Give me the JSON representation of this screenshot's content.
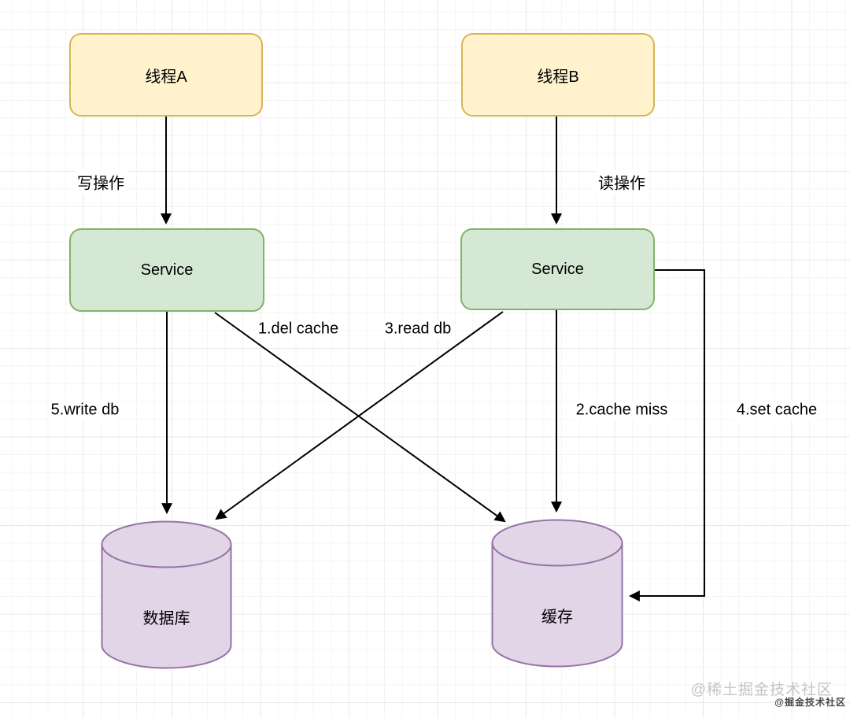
{
  "canvas": {
    "background": "#ffffff",
    "grid_minor_color": "#f4f4f4",
    "grid_major_color": "#e8e8e8"
  },
  "nodes": {
    "thread_a": {
      "label": "线程A",
      "fill": "#FFF2CC",
      "border": "#D6B656"
    },
    "thread_b": {
      "label": "线程B",
      "fill": "#FFF2CC",
      "border": "#D6B656"
    },
    "service_left": {
      "label": "Service",
      "fill": "#D5E8D4",
      "border": "#82B366"
    },
    "service_right": {
      "label": "Service",
      "fill": "#D5E8D4",
      "border": "#82B366"
    },
    "database": {
      "label": "数据库",
      "fill": "#E1D5E7",
      "border": "#9673A6"
    },
    "cache": {
      "label": "缓存",
      "fill": "#E1D5E7",
      "border": "#9673A6"
    }
  },
  "edges": {
    "write_op": {
      "label": "写操作",
      "from": "thread_a",
      "to": "service_left"
    },
    "read_op": {
      "label": "读操作",
      "from": "thread_b",
      "to": "service_right"
    },
    "del_cache": {
      "label": "1.del cache",
      "from": "service_left",
      "to": "cache"
    },
    "cache_miss": {
      "label": "2.cache miss",
      "from": "service_right",
      "to": "cache"
    },
    "read_db": {
      "label": "3.read db",
      "from": "service_right",
      "to": "database"
    },
    "set_cache": {
      "label": "4.set cache",
      "from": "service_right",
      "to": "cache"
    },
    "write_db": {
      "label": "5.write db",
      "from": "service_left",
      "to": "database"
    }
  },
  "edge_color": "#000000",
  "watermark": {
    "primary": "@稀土掘金技术社区",
    "secondary": "@掘金技术社区"
  }
}
